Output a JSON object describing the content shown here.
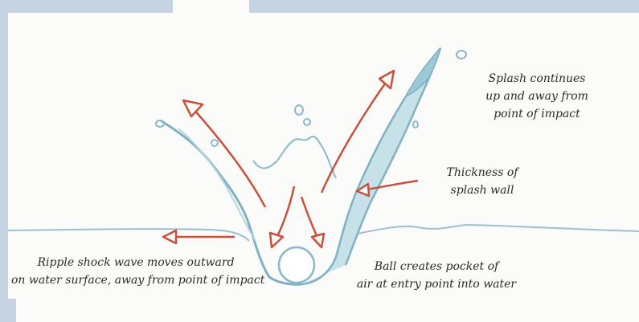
{
  "colors": {
    "background_frame": "#c5d3e2",
    "paper": "#fbfbf9",
    "water_line": "#8ab9c9",
    "water_fill": "#a9d2dc",
    "arrow": "#c8503c"
  },
  "labels": {
    "splash_continues": [
      "Splash continues",
      "up and away from",
      "point of impact"
    ],
    "thickness": [
      "Thickness of",
      "splash wall"
    ],
    "ripple": [
      "Ripple shock wave moves outward",
      "on water surface, away from  point of impact"
    ],
    "ball_pocket": [
      "Ball creates pocket of",
      "air at entry point into water"
    ]
  }
}
